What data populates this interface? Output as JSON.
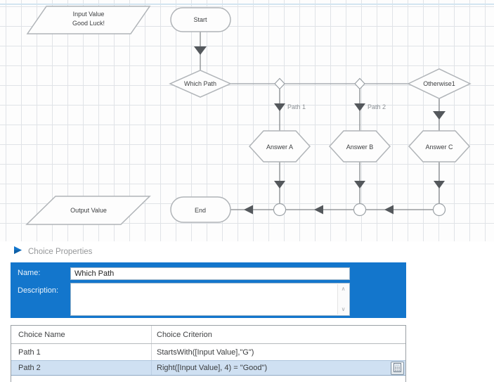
{
  "flowchart": {
    "nodes": {
      "input_line1": "Input Value",
      "input_line2": "Good Luck!",
      "start": "Start",
      "which_path": "Which Path",
      "otherwise": "Otherwise1",
      "answer_a": "Answer A",
      "answer_b": "Answer B",
      "answer_c": "Answer C",
      "output": "Output Value",
      "end": "End"
    },
    "edge_labels": {
      "path1": "Path 1",
      "path2": "Path 2"
    }
  },
  "properties_panel": {
    "header": "Choice Properties",
    "header_icon": "flag-icon",
    "name_label": "Name:",
    "name_value": "Which Path",
    "description_label": "Description:",
    "description_value": "",
    "accent_color": "#1376cc"
  },
  "choices_table": {
    "columns": [
      "Choice Name",
      "Choice Criterion"
    ],
    "rows": [
      {
        "name": "Path 1",
        "criterion": "StartsWith([Input Value],\"G\")",
        "selected": false
      },
      {
        "name": "Path 2",
        "criterion": "Right([Input Value], 4) = \"Good\")",
        "selected": true
      }
    ],
    "row_button_icon": "calculator-icon",
    "selected_row_color": "#cfe0f2"
  }
}
